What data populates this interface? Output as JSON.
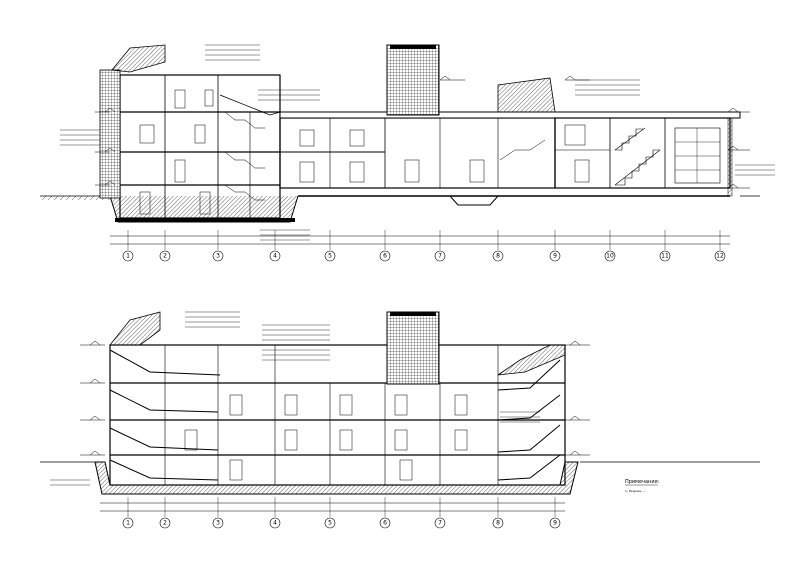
{
  "section_top": {
    "axes": [
      "1",
      "2",
      "3",
      "4",
      "5",
      "6",
      "7",
      "8",
      "9",
      "10",
      "11",
      "12"
    ]
  },
  "section_bottom": {
    "axes": [
      "1",
      "2",
      "3",
      "4",
      "5",
      "6",
      "7",
      "8",
      "9"
    ]
  },
  "notes": {
    "title": "Примечания:",
    "line1": "1. Разрезы ..."
  }
}
